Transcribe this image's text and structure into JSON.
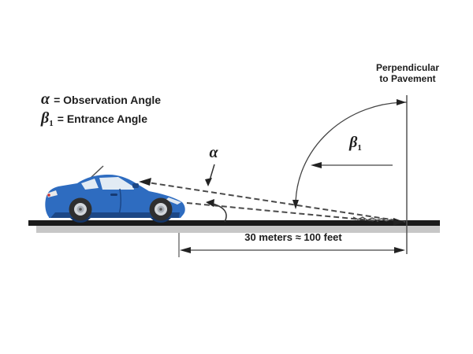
{
  "diagram": {
    "legend": {
      "alpha": {
        "symbol": "α",
        "text": "= Observation Angle"
      },
      "beta": {
        "symbol": "β",
        "sub": "1",
        "text": "= Entrance Angle"
      }
    },
    "perpendicular": {
      "line1": "Perpendicular",
      "line2": "to Pavement"
    },
    "alpha_symbol": "α",
    "beta_symbol": "β",
    "beta_sub": "1",
    "distance_label": "30 meters ≈ 100 feet"
  },
  "colors": {
    "car_body": "#2e6cc0",
    "car_body_dark": "#1c4786",
    "car_window": "#e2ebf4",
    "road": "#1b1b1b",
    "road_shadow": "#c7c7c7",
    "line": "#444444",
    "text": "#1e1e1e"
  }
}
